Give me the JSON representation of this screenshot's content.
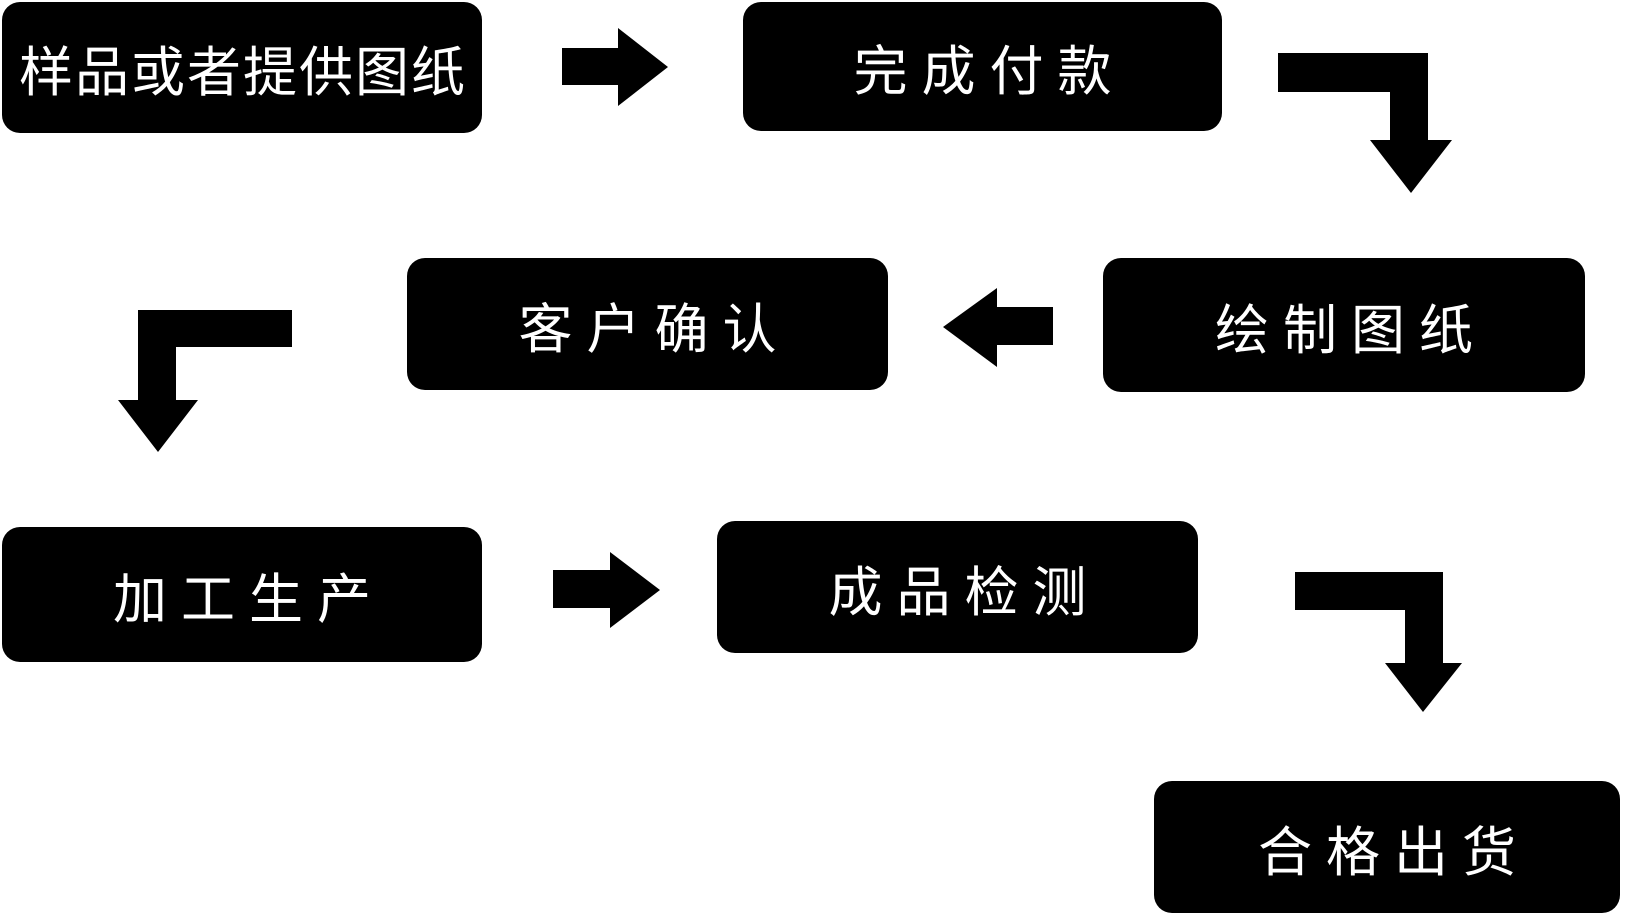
{
  "diagram": {
    "type": "flowchart",
    "background_color": "#ffffff",
    "node_fill_color": "#000000",
    "node_text_color": "#ffffff",
    "arrow_color": "#000000",
    "nodes": [
      {
        "id": "step-1",
        "label": "样品或者提供图纸"
      },
      {
        "id": "step-2",
        "label": "完成付款"
      },
      {
        "id": "step-3",
        "label": "绘制图纸"
      },
      {
        "id": "step-4",
        "label": "客户确认"
      },
      {
        "id": "step-5",
        "label": "加工生产"
      },
      {
        "id": "step-6",
        "label": "成品检测"
      },
      {
        "id": "step-7",
        "label": "合格出货"
      }
    ],
    "edges": [
      {
        "from": "样品或者提供图纸",
        "to": "完成付款",
        "shape": "straight-right"
      },
      {
        "from": "完成付款",
        "to": "绘制图纸",
        "shape": "elbow-right-then-down"
      },
      {
        "from": "绘制图纸",
        "to": "客户确认",
        "shape": "straight-left"
      },
      {
        "from": "客户确认",
        "to": "加工生产",
        "shape": "elbow-left-then-down"
      },
      {
        "from": "加工生产",
        "to": "成品检测",
        "shape": "straight-right"
      },
      {
        "from": "成品检测",
        "to": "合格出货",
        "shape": "elbow-right-then-down"
      }
    ]
  }
}
